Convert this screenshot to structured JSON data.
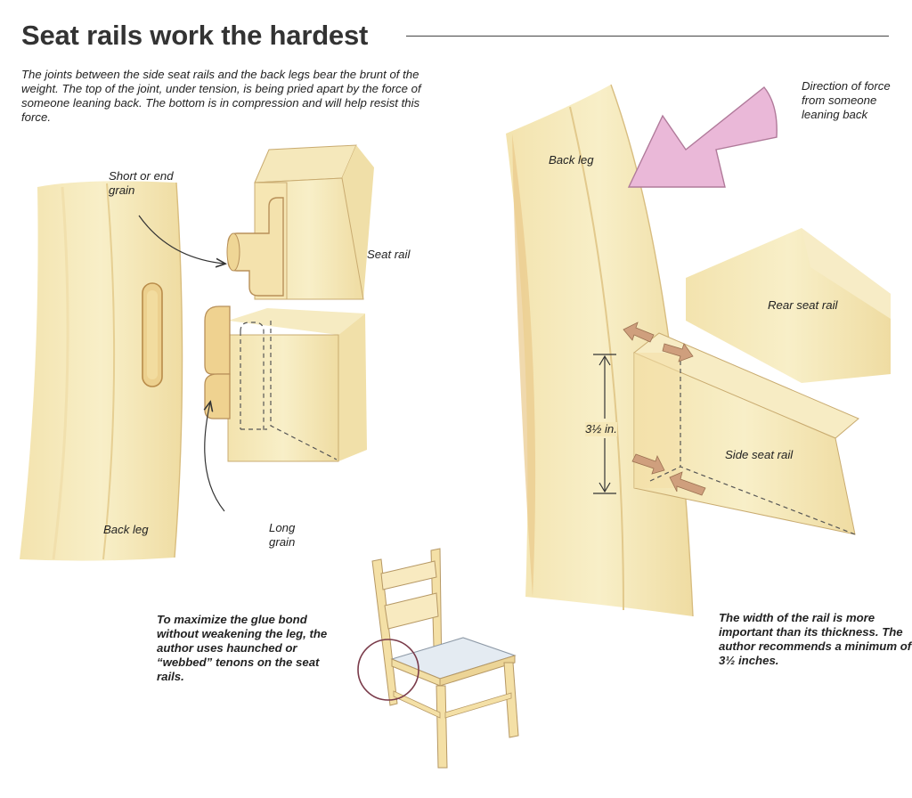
{
  "title": "Seat rails work the hardest",
  "intro": "The joints between the side seat rails and the back legs bear the brunt of the weight. The top of the joint, under tension, is being pried apart by the force of someone leaning back. The bottom is in compression and will help resist this force.",
  "labels": {
    "short_grain": "Short or end grain",
    "seat_rail": "Seat rail",
    "back_leg_left": "Back leg",
    "long_grain": "Long grain",
    "back_leg_right": "Back leg",
    "force_direction": "Direction of force from someone leaning back",
    "rear_seat_rail": "Rear seat rail",
    "side_seat_rail": "Side seat rail",
    "dimension": "3½ in."
  },
  "captions": {
    "glue_bond": "To maximize the glue bond without weakening the leg, the author uses haunched or “webbed” tenons on the seat rails.",
    "rail_width": "The width of the rail is more important than its thickness. The author recommends a minimum of 3½ inches."
  },
  "colors": {
    "wood_light": "#f7ecc0",
    "wood_mid": "#efdba0",
    "wood_dark": "#e2c58a",
    "arrow_pink": "#e8b6d8",
    "seat_blue": "#dfe6ee",
    "circle": "#7a3b4a",
    "small_arrow": "#c89a78"
  }
}
